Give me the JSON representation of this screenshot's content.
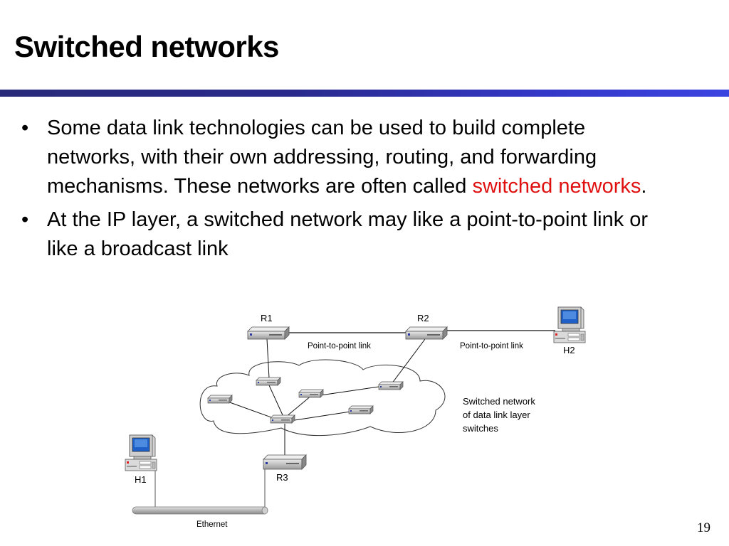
{
  "slide": {
    "title": "Switched networks",
    "page_number": "19"
  },
  "bullets": [
    {
      "text_before": "Some data link technologies can be used to build complete networks, with their own addressing, routing, and forwarding mechanisms. These networks are often called ",
      "highlight": "switched networks",
      "text_after": "."
    },
    {
      "text_before": "At the IP layer, a switched network may like a point-to-point link or like a broadcast link",
      "highlight": "",
      "text_after": ""
    }
  ],
  "colors": {
    "highlight": "#e01010",
    "title_rule": "#2a2a8c"
  },
  "diagram": {
    "routers": [
      "R1",
      "R2",
      "R3"
    ],
    "hosts": [
      "H1",
      "H2"
    ],
    "links": {
      "r1_r2": "Point-to-point link",
      "r2_h2": "Point-to-point link",
      "ethernet": "Ethernet"
    },
    "cloud_caption": [
      "Switched network",
      "of data link layer",
      "switches"
    ],
    "icons": [
      "router-icon",
      "switch-icon",
      "computer-icon",
      "cloud-shape",
      "ethernet-bus"
    ]
  }
}
